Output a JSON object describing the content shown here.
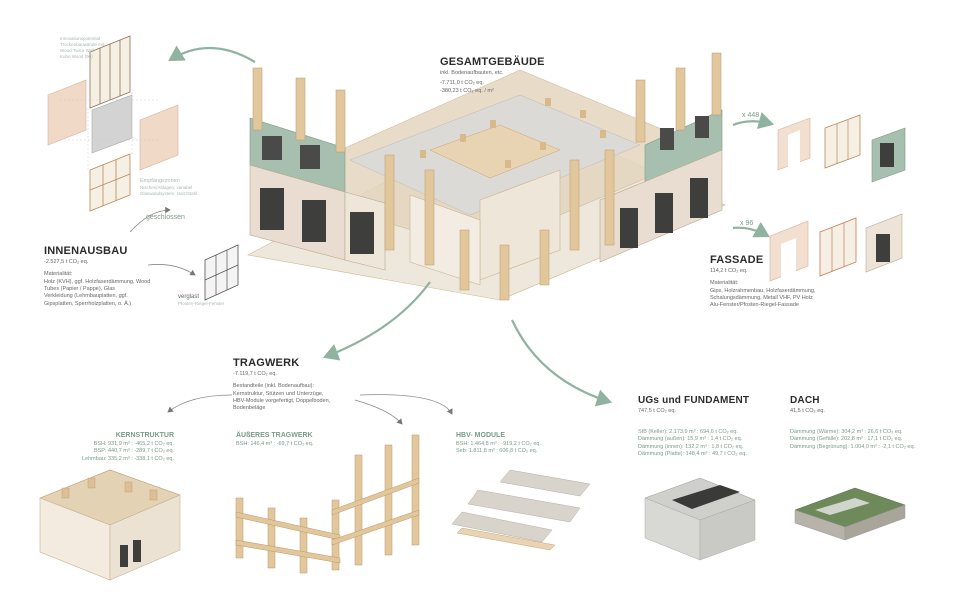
{
  "colors": {
    "arrow": "#8fb3a0",
    "wood": "#e8d3b3",
    "wood_dark": "#c9a57a",
    "timber_post": "#dcbf94",
    "concrete": "#d9d8d4",
    "green_facade": "#a7bfae",
    "accent_text": "#7a9b88"
  },
  "gesamt": {
    "title": "GESAMTGEBÄUDE",
    "subtitle": "inkl. Bodenaufbauten, etc.",
    "line1": "-7.711,0 t CO₂ eq.",
    "line2": "-380,23 t CO₂ eq. / m²"
  },
  "innovation": {
    "line1": "Innovationspotential",
    "line2": "Trockenbauwände mit",
    "line3": "Wood Twice Wall",
    "line4": "Kuhn Wood (90)"
  },
  "empfangs": {
    "line1": "Empfangszonen",
    "line2": "Nischen/Ablagen, variabel",
    "line3": "Glaswandsystem, Holz/Stahl"
  },
  "geschlossen": "geschlossen",
  "verglast": {
    "label": "verglast",
    "sub": "Pfosten-Riegel-Fenster"
  },
  "innenausbau": {
    "title": "INNENAUSBAU",
    "value": "-2.527,5 t CO₂ eq.",
    "mat_label": "Materialität:",
    "mat1": "Holz (KVH), ggf. Holzfaserdämmung, Wood",
    "mat2": "Tubes (Papier / Pappe), Glas",
    "mat3": "Verkleidung (Lehmbauplatten, ggf.",
    "mat4": "Gipsplatten, Sperrholzplatten, o. Ä.)"
  },
  "multipliers": {
    "a": "x 448",
    "b": "x 96"
  },
  "fassade": {
    "title": "FASSADE",
    "value": "114,2 t CO₂ eq.",
    "mat_label": "Materialität:",
    "mat1": "Gips, Holzrahmenbau, Holzfaserdämmung,",
    "mat2": "Schalungsdämmung, Metall VHF, PV Holz",
    "mat3": "Alu-Fenster/Pfosten-Riegel-Fassade"
  },
  "tragwerk": {
    "title": "TRAGWERK",
    "value": "-7.119,7 t CO₂ eq.",
    "b1": "Bestandteile (inkl. Bodenaufbau):",
    "b2": "Kernstruktur, Stützen und Unterzüge,",
    "b3": "HBV-Module vorgefertigt, Doppelboden,",
    "b4": "Bodenbeläge"
  },
  "kern": {
    "title": "KERNSTRUKTUR",
    "r1": "BSH: 931,9 m³ : -465,2 t CO₂ eq.",
    "r2": "BSP: 440,7 m³ : -289,7 t CO₂ eq.",
    "r3": "Lehmbau: 335,2 m³ : -338,1 t CO₂ eq."
  },
  "aeusseres": {
    "title": "ÄUßERES TRAGWERK",
    "r1": "BSH: 146,4 m³ : -69,7 t CO₂ eq."
  },
  "hbv": {
    "title": "HBV- MODULE",
    "r1": "BSH: 1.464,8 m³ : -919,2 t CO₂ eq.",
    "r2": "Seb: 1.811,8 m³ : 606,8 t CO₂ eq."
  },
  "ugs": {
    "title": "UGs und FUNDAMENT",
    "value": "747,5 t CO₂ eq.",
    "r1": "StB (Keller): 2.173,9 m³ : 694,6 t CO₂ eq.",
    "r2": "Dämmung (außen): 15,9 m³ : 1,4 t CO₂ eq.",
    "r3": "Dämmung (innen): 132,2 m³ : 1,8 t CO₂ eq.",
    "r4": "Dämmung (Platte): 148,4 m³ : 49,7 t CO₂ eq."
  },
  "dach": {
    "title": "DACH",
    "value": "41,5 t CO₂ eq.",
    "r1": "Dämmung (Wärme): 304,2 m³ : 26,6 t CO₂ eq.",
    "r2": "Dämmung (Gefälle): 202,8 m³ : 17,1 t CO₂ eq.",
    "r3": "Dämmung (Begrünung): 1.004,0 m³ : -2,1 t CO₂ eq."
  }
}
